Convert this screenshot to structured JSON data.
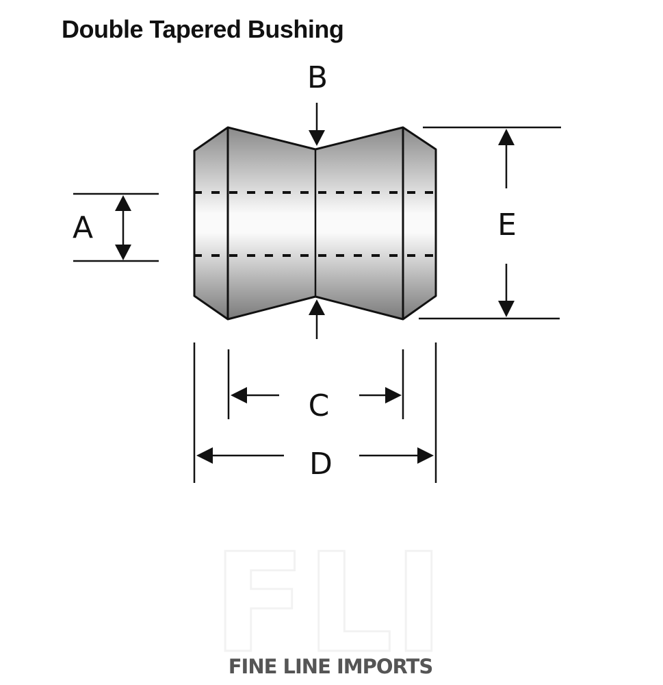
{
  "title": "Double Tapered Bushing",
  "labels": {
    "a": "A",
    "b": "B",
    "c": "C",
    "d": "D",
    "e": "E"
  },
  "watermark": {
    "monogram": "FLI",
    "brand": "FINE LINE IMPORTS"
  }
}
